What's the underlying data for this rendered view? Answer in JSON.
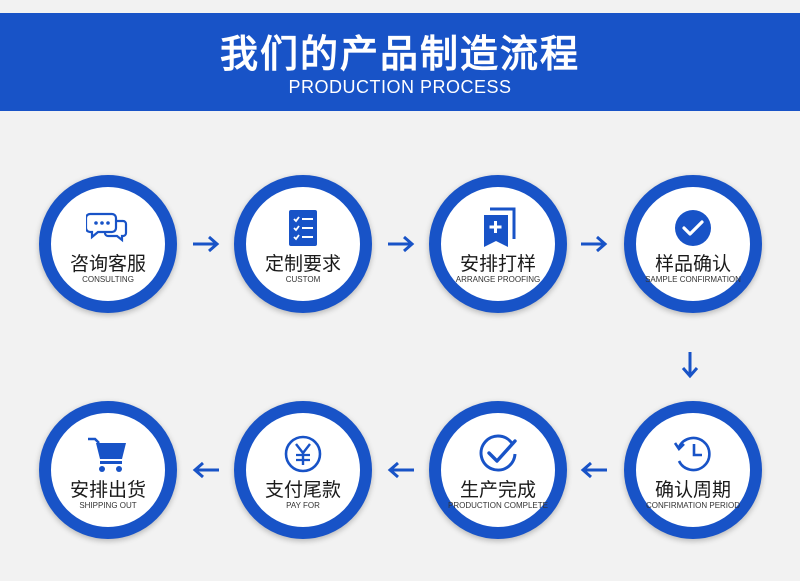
{
  "header": {
    "title": "我们的产品制造流程",
    "subtitle": "PRODUCTION PROCESS"
  },
  "steps": [
    {
      "zh": "咨询客服",
      "en": "CONSULTING",
      "icon": "chat-bubbles-icon"
    },
    {
      "zh": "定制要求",
      "en": "CUSTOM",
      "icon": "checklist-icon"
    },
    {
      "zh": "安排打样",
      "en": "ARRANGE PROOFING",
      "icon": "add-document-icon"
    },
    {
      "zh": "样品确认",
      "en": "SAMPLE CONFIRMATION",
      "icon": "check-circle-icon"
    },
    {
      "zh": "确认周期",
      "en": "CONFIRMATION PERIOD",
      "icon": "clock-icon"
    },
    {
      "zh": "生产完成",
      "en": "PRODUCTION COMPLETE",
      "icon": "check-mark-icon"
    },
    {
      "zh": "支付尾款",
      "en": "PAY FOR",
      "icon": "yen-coin-icon"
    },
    {
      "zh": "安排出货",
      "en": "SHIPPING OUT",
      "icon": "shopping-cart-icon"
    }
  ],
  "colors": {
    "brand_blue": "#1853c7",
    "background": "#f2f2f2"
  }
}
